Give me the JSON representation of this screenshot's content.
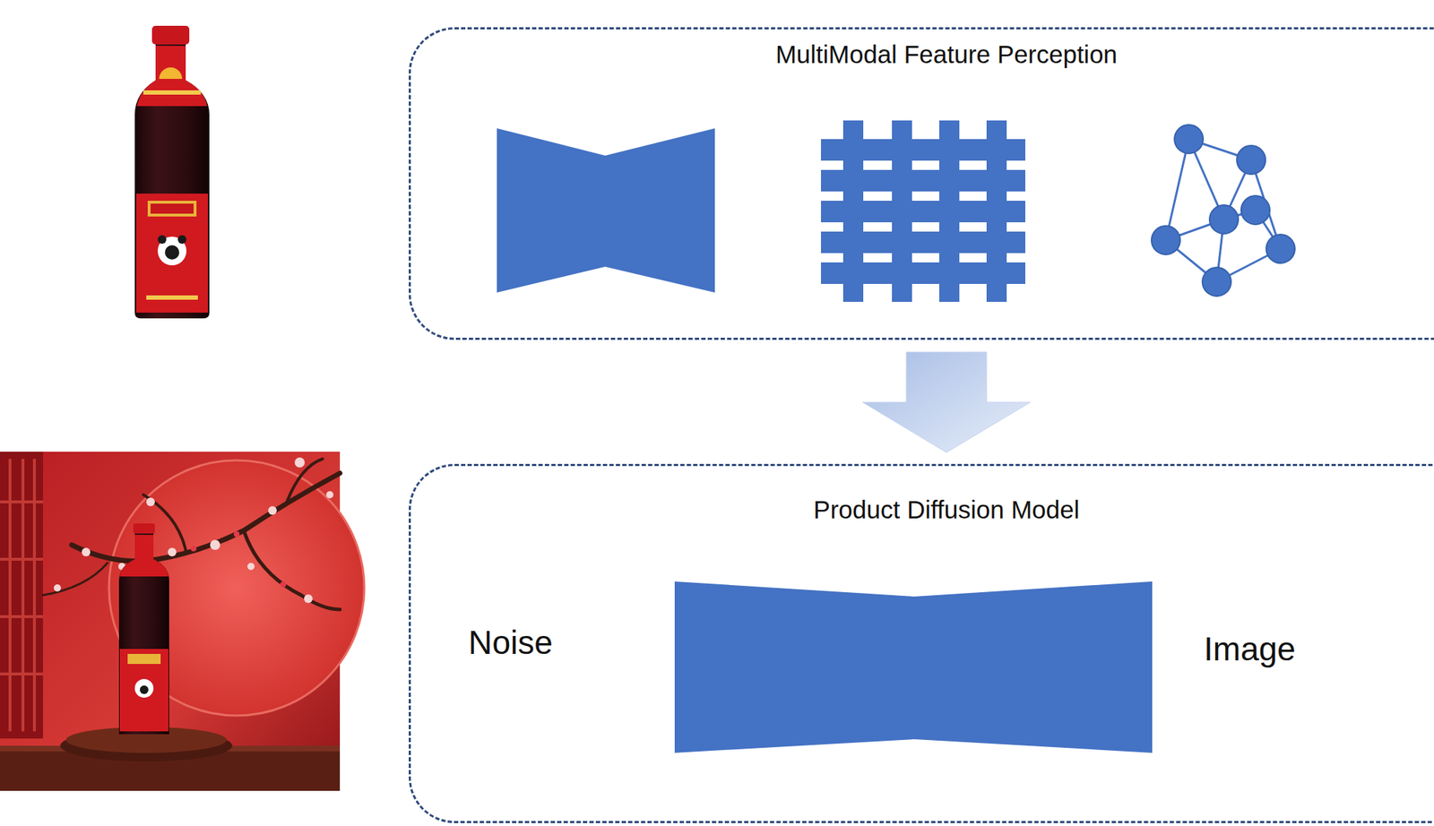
{
  "diagram": {
    "nodes": [
      {
        "text": [
          "MultiModal Feature Perception"
        ]
      },
      {
        "text": [
          "Product Diffusion Model"
        ]
      }
    ],
    "edges": [
      {
        "from": 0,
        "to": 1,
        "arrow": "to"
      }
    ],
    "labels": [
      "Noise",
      "Image"
    ]
  }
}
